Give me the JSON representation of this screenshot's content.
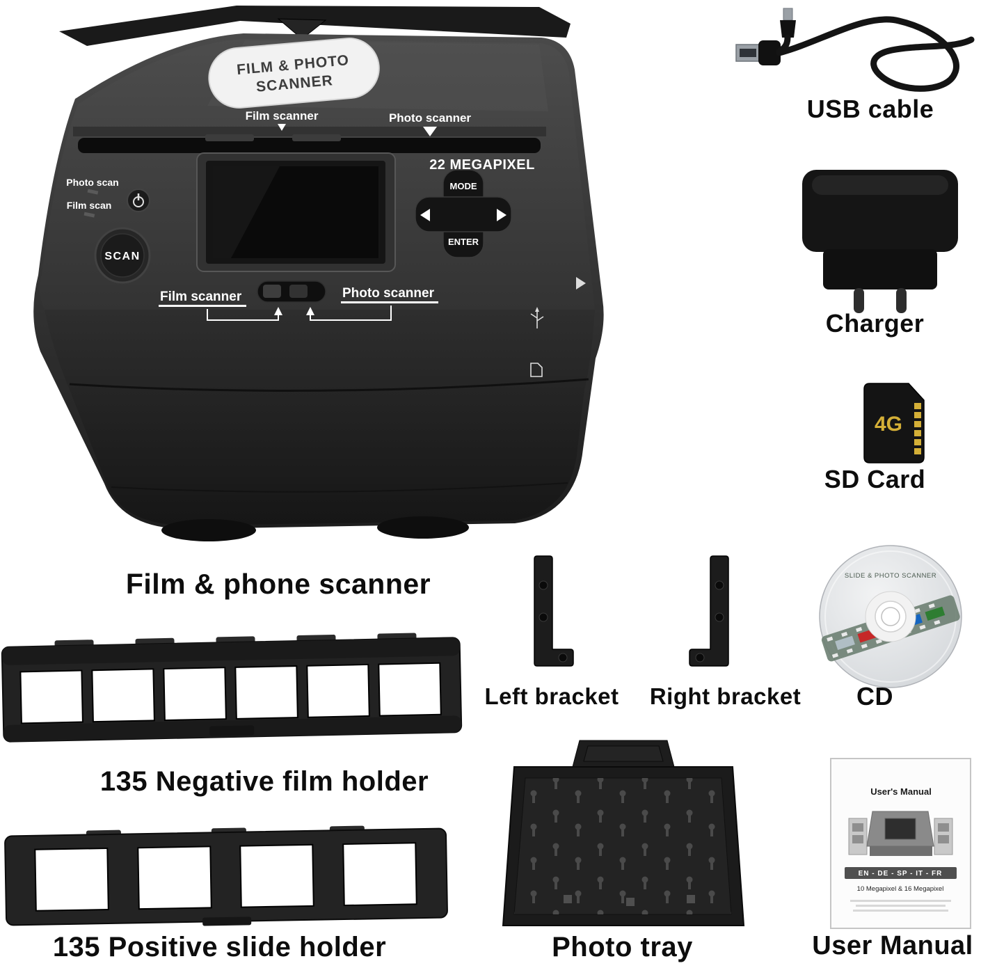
{
  "device": {
    "badge_line1": "FILM & PHOTO",
    "badge_line2": "SCANNER",
    "slot_film_label": "Film scanner",
    "slot_photo_label": "Photo scanner",
    "megapixel_label": "22 MEGAPIXEL",
    "photo_scan_label": "Photo scan",
    "film_scan_label": "Film scan",
    "scan_button_label": "SCAN",
    "mode_button_label": "MODE",
    "enter_button_label": "ENTER",
    "switch_film_label": "Film scanner",
    "switch_photo_label": "Photo scanner"
  },
  "captions": {
    "scanner": "Film & phone scanner",
    "usb_cable": "USB cable",
    "charger": "Charger",
    "sd_card": "SD Card",
    "cd": "CD",
    "left_bracket": "Left bracket",
    "right_bracket": "Right bracket",
    "negative_holder": "135 Negative film holder",
    "positive_holder": "135 Positive slide holder",
    "photo_tray": "Photo tray",
    "user_manual": "User Manual"
  },
  "sd_card": {
    "capacity": "4G"
  },
  "cd": {
    "disc_text": "SLIDE & PHOTO SCANNER"
  },
  "manual": {
    "title": "User's Manual",
    "languages": "EN - DE - SP - IT - FR",
    "subtitle": "10 Megapixel & 16 Megapixel"
  },
  "colors": {
    "device_black": "#1c1c1c",
    "caption_text": "#0d0d0d",
    "sd_gold": "#d4af37",
    "badge_bg": "#f2f2f2"
  }
}
